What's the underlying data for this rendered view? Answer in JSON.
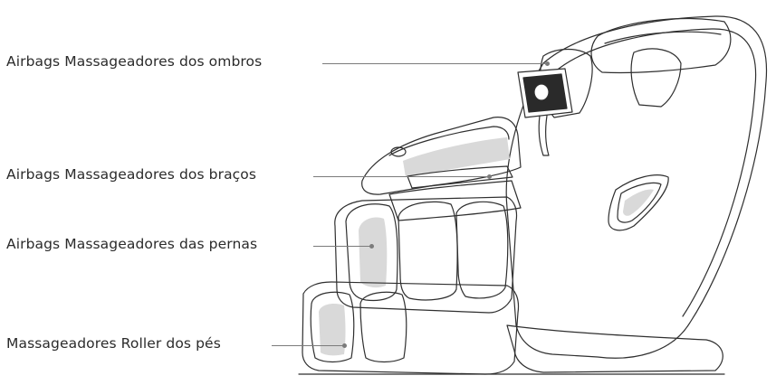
{
  "callouts": [
    {
      "id": "shoulders",
      "text": "Airbags Massageadores dos ombros"
    },
    {
      "id": "arms",
      "text": "Airbags Massageadores dos braços"
    },
    {
      "id": "legs",
      "text": "Airbags Massageadores das pernas"
    },
    {
      "id": "feet",
      "text": "Massageadores Roller dos pés"
    }
  ],
  "colors": {
    "text": "#2b2b2b",
    "leader": "#7b7b7b",
    "outline": "#2f2f2f",
    "shade": "#d9d9d9"
  }
}
